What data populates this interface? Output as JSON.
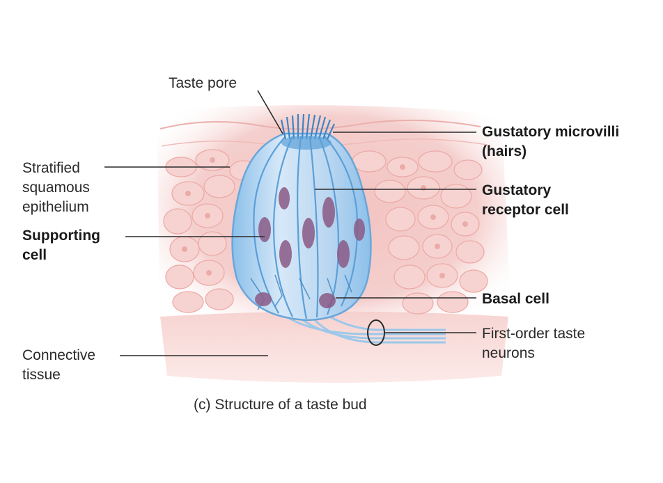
{
  "labels": {
    "taste_pore": "Taste pore",
    "gustatory_microvilli": [
      "Gustatory microvilli",
      "(hairs)"
    ],
    "stratified_epithelium": [
      "Stratified",
      "squamous",
      "epithelium"
    ],
    "gustatory_receptor_cell": [
      "Gustatory",
      "receptor cell"
    ],
    "supporting_cell": [
      "Supporting",
      "cell"
    ],
    "basal_cell": "Basal cell",
    "first_order_neurons": [
      "First-order taste",
      "neurons"
    ],
    "connective_tissue": [
      "Connective",
      "tissue"
    ]
  },
  "caption": "(c) Structure of a taste bud",
  "colors": {
    "tissue": "#f2c6c4",
    "cell_outline": "#f0b4b0",
    "bud_blue": "#7fb7e6",
    "bud_light": "#dbe9f7",
    "nucleus": "#8a5a86",
    "microvilli": "#3f84c4",
    "leader": "#2a2a2a"
  }
}
